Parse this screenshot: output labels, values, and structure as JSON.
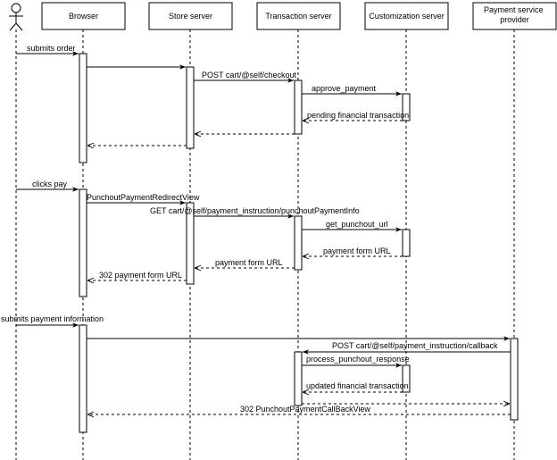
{
  "participants": [
    {
      "id": "user",
      "label": ""
    },
    {
      "id": "browser",
      "label": "Browser"
    },
    {
      "id": "store",
      "label": "Store server"
    },
    {
      "id": "transaction",
      "label": "Transaction server"
    },
    {
      "id": "customization",
      "label": "Customization server"
    },
    {
      "id": "psp",
      "label": "Payment service provider"
    }
  ],
  "messages": [
    {
      "label": "submits order"
    },
    {
      "label": ""
    },
    {
      "label": "POST cart/@self/checkout"
    },
    {
      "label": "approve_payment"
    },
    {
      "label": "pending financial transaction"
    },
    {
      "label": ""
    },
    {
      "label": ""
    },
    {
      "label": "clicks pay"
    },
    {
      "label": "PunchoutPaymentRedirectView"
    },
    {
      "label": "GET cart/@self/payment_instruction/punchoutPaymentInfo"
    },
    {
      "label": "get_punchout_url"
    },
    {
      "label": "payment form URL"
    },
    {
      "label": "payment form URL"
    },
    {
      "label": "302 payment form URL"
    },
    {
      "label": "submits payment information"
    },
    {
      "label": ""
    },
    {
      "label": "POST cart/@self/payment_instruction/callback"
    },
    {
      "label": "process_punchout_response"
    },
    {
      "label": "updated financial transaction"
    },
    {
      "label": ""
    },
    {
      "label": "302 PunchoutPaymentCallBackView"
    }
  ]
}
